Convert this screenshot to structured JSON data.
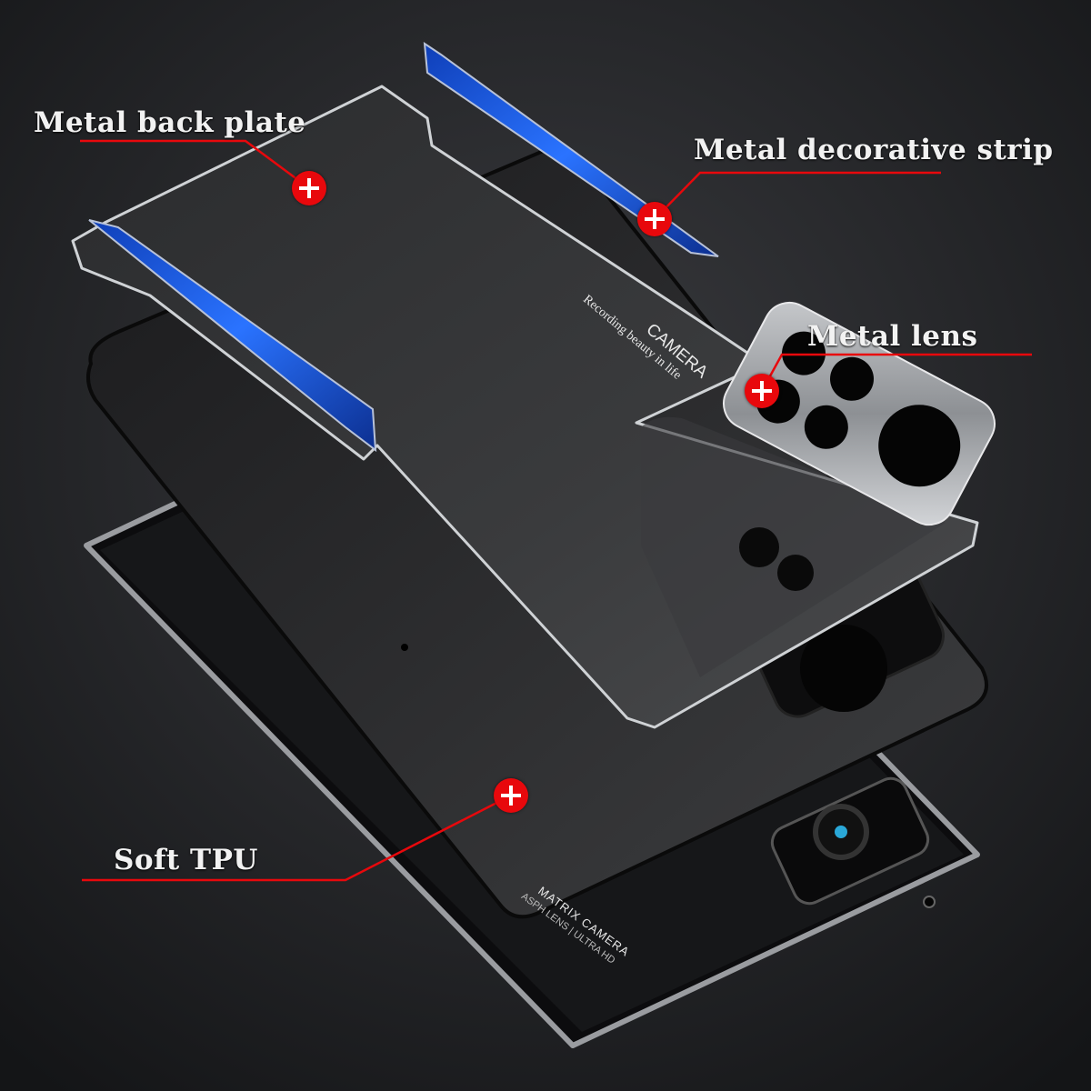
{
  "callouts": {
    "back_plate": "Metal back plate",
    "decorative_strip": "Metal decorative strip",
    "lens": "Metal lens",
    "tpu": "Soft TPU"
  },
  "plate_print": {
    "title": "CAMERA",
    "tagline": "Recording beauty in life"
  },
  "phone_print": {
    "line1": "MATRIX CAMERA",
    "line2": "ASPH LENS | ULTRA HD"
  },
  "colors": {
    "accent_red": "#e8080c",
    "strip_blue": "#1f5fe0"
  }
}
